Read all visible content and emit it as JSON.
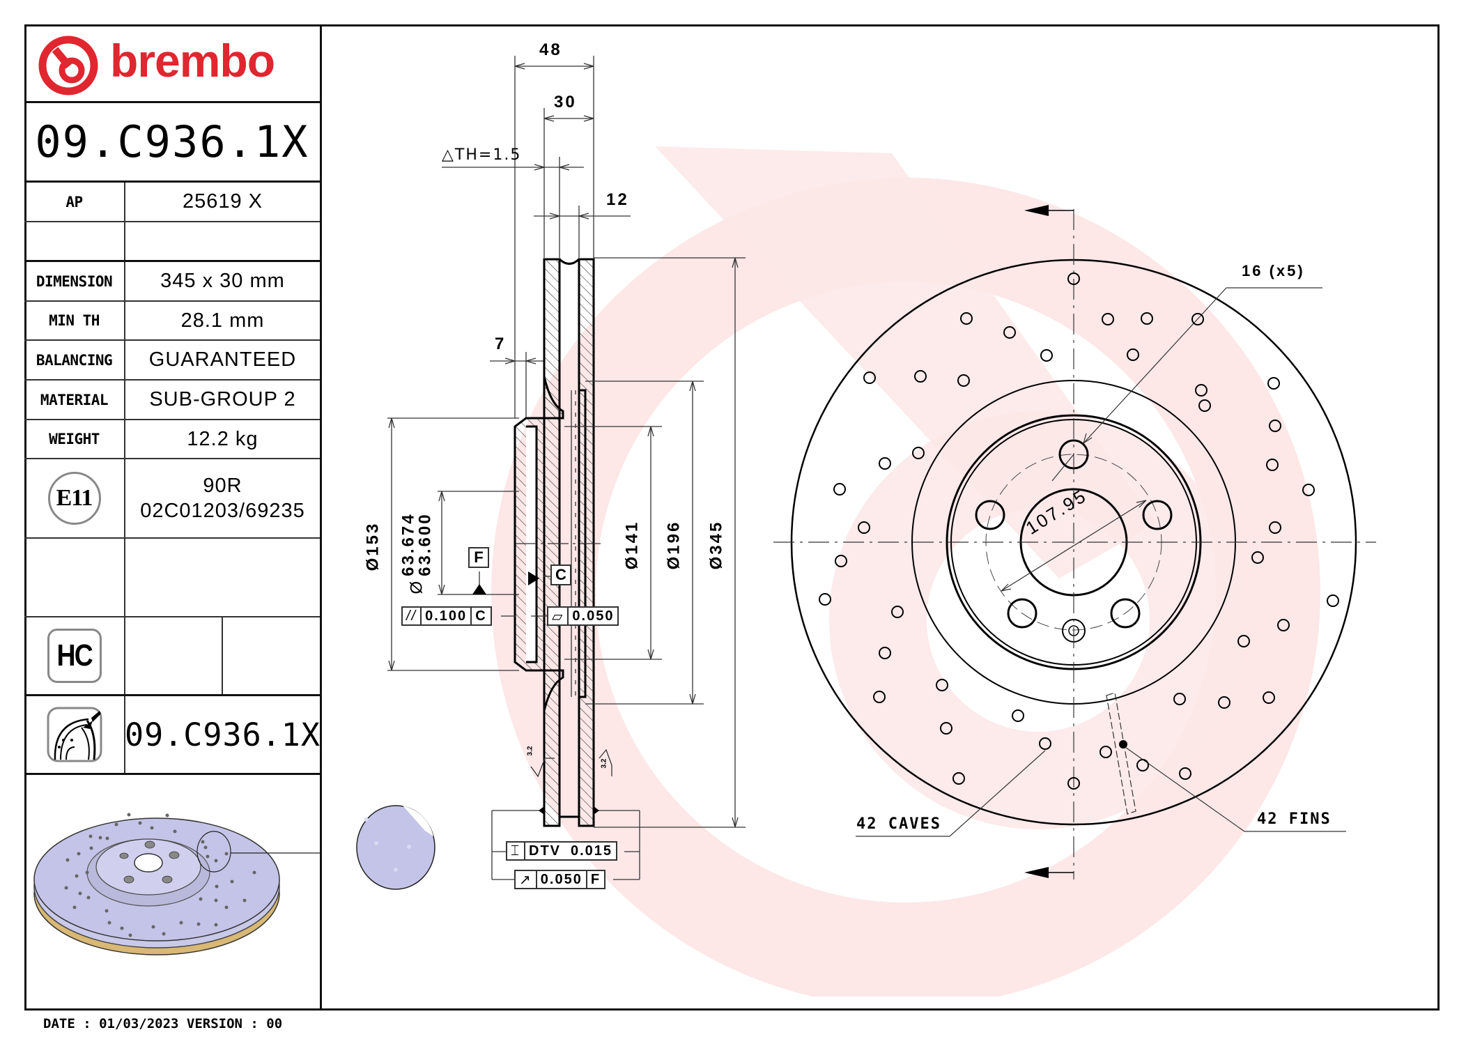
{
  "brand": {
    "name": "brembo",
    "color": "#e0262f"
  },
  "title_block": {
    "part_number": "09.C936.1X",
    "rows": [
      {
        "label": "AP",
        "value": "25619 X"
      },
      {
        "label": "",
        "value": ""
      },
      {
        "label": "DIMENSION",
        "value": "345 x 30 mm"
      },
      {
        "label": "MIN TH",
        "value": "28.1 mm"
      },
      {
        "label": "BALANCING",
        "value": "GUARANTEED"
      },
      {
        "label": "MATERIAL",
        "value": "SUB-GROUP 2"
      },
      {
        "label": "WEIGHT",
        "value": "12.2 kg"
      }
    ],
    "approval": {
      "mark": "E11",
      "line1": "90R",
      "line2": "02C01203/69235"
    },
    "hc_badge": "HC",
    "icon_row_part_number": "09.C936.1X"
  },
  "footer": {
    "date_label": "DATE",
    "date": "01/03/2023",
    "version_label": "VERSION",
    "version": "00",
    "text": "DATE : 01/03/2023 VERSION : 00"
  },
  "section_view": {
    "dims": {
      "overall_width": "48",
      "disc_thickness": "30",
      "delta_th": "△TH=1.5",
      "vane_gap": "12",
      "hat_offset": "7",
      "d153": "Ø153",
      "d63_upper": "63.674",
      "d63_lower": "63.600",
      "d63_symbol": "Ø",
      "d141": "Ø141",
      "d196": "Ø196",
      "d345": "Ø345",
      "roughness": "3.2"
    },
    "datums": {
      "F": "F",
      "C": "C"
    },
    "tolerances": {
      "parallelism": {
        "symbol": "//",
        "value": "0.100",
        "datum": "C"
      },
      "flatness": {
        "symbol": "▱",
        "value": "0.050"
      },
      "dtv": {
        "symbol": "⌶",
        "label": "DTV",
        "value": "0.015"
      },
      "runout": {
        "symbol": "↗",
        "value": "0.050",
        "datum": "F"
      }
    }
  },
  "front_view": {
    "bolt_hole_callout": "16 (x5)",
    "pcd": "107.95",
    "caves_callout": "42 CAVES",
    "fins_callout": "42 FINS"
  }
}
